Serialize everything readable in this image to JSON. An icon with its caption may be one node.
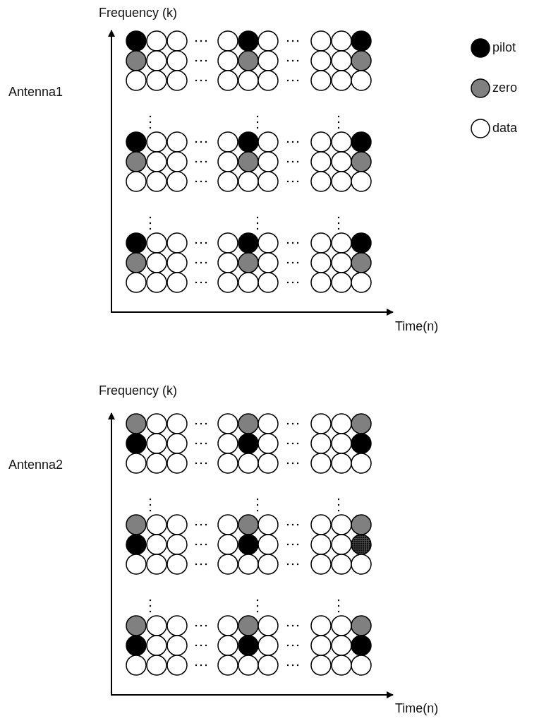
{
  "diagram": {
    "labels": [
      "Frequency (k)",
      "Antenna1",
      "Time(n)",
      "Frequency (k)",
      "Antenna2",
      "Time(n)"
    ],
    "legend": [
      {
        "text": "pilot",
        "color": "#000000"
      },
      {
        "text": "zero",
        "color": "#808080"
      },
      {
        "text": "data",
        "color": "#ffffff"
      }
    ]
  }
}
